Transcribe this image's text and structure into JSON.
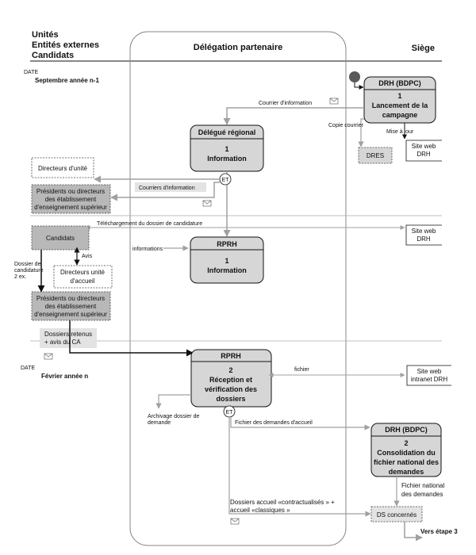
{
  "header": {
    "left_line1": "Unités",
    "left_line2": "Entités externes",
    "left_line3": "Candidats",
    "middle": "Délégation partenaire",
    "right": "Siège"
  },
  "dates": {
    "label1": "DATE",
    "value1": "Septembre année n-1",
    "label2": "DATE",
    "value2": "Février année n"
  },
  "nodes": {
    "drh_bdpc_1": {
      "title": "DRH (BDPC)",
      "num": "1",
      "line1": "Lancement de la",
      "line2": "campagne"
    },
    "delegue": {
      "title": "Délégué régional",
      "num": "1",
      "line1": "Information"
    },
    "rprh_1": {
      "title": "RPRH",
      "num": "1",
      "line1": "Information"
    },
    "rprh_2": {
      "title": "RPRH",
      "num": "2",
      "line1": "Réception et",
      "line2": "vérification des",
      "line3": "dossiers"
    },
    "drh_bdpc_2": {
      "title": "DRH (BDPC)",
      "num": "2",
      "line1": "Consolidation du",
      "line2": "fichier national des",
      "line3": "demandes"
    }
  },
  "boxes": {
    "directeurs_unite": "Directeurs d'unité",
    "presidents_1": [
      "Présidents ou directeurs",
      "des établissement",
      "d'enseignement supérieur"
    ],
    "candidats": "Candidats",
    "directeurs_accueil": [
      "Directeurs unité",
      "d'accueil"
    ],
    "presidents_2": [
      "Présidents ou directeurs",
      "des établissement",
      "d'enseignement supérieur"
    ],
    "dossiers_retenus": [
      "Dossiers retenus",
      "+ avis du CA"
    ],
    "dres": "DRES",
    "site_web_1": [
      "Site web",
      "DRH"
    ],
    "site_web_2": [
      "Site web",
      "DRH"
    ],
    "site_intranet": [
      "Site web",
      "intranet DRH"
    ],
    "ds_concernes": "DS concernés"
  },
  "labels": {
    "courrier_information": "Courrier d'information",
    "copie_courrier": "Copie courrier",
    "mise_a_jour": "Mise à jour",
    "courriers_information": "Courriers d'information",
    "telechargement": "Téléchargement du dossier de candidature",
    "informations": "informations",
    "avis": "Avis",
    "dossier_candidature": [
      "Dossier de",
      "candidature",
      "2 ex."
    ],
    "fichier": "fichier",
    "archivage": [
      "Archivage dossier de",
      "demande"
    ],
    "fichier_demandes_accueil": "Fichier des demandes d'accueil",
    "fichier_national": [
      "Fichier national",
      "des demandes"
    ],
    "dossiers_accueil": [
      "Dossiers accueil «contractualisés » +",
      "accueil «classiques »"
    ],
    "vers_etape": "Vers étape 3",
    "et1": "ET",
    "et2": "ET"
  },
  "colors": {
    "node_fill": "#d6d6d6",
    "gray_box": "#b8b8b8",
    "arrow_gray": "#a0a0a0",
    "arrow_dark": "#111111",
    "start_dot": "#5a5a5a"
  }
}
